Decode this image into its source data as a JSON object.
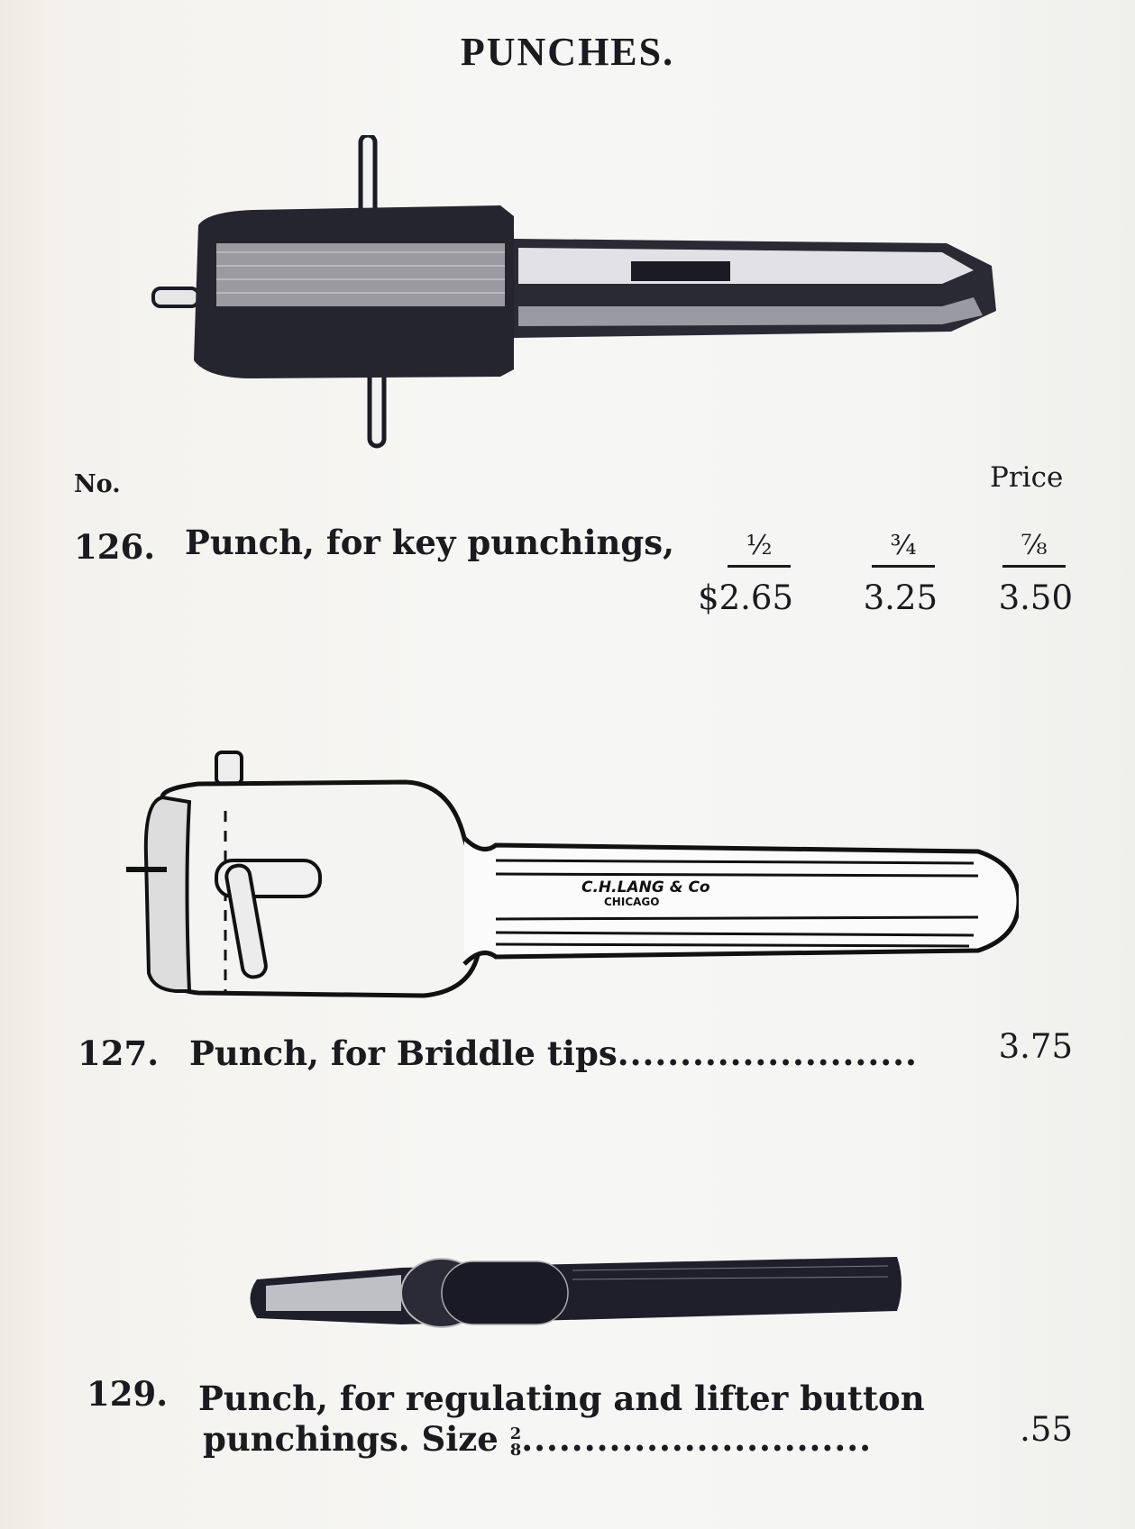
{
  "page": {
    "title": "PUNCHES.",
    "column_headers": {
      "number": "No.",
      "price": "Price"
    }
  },
  "items": [
    {
      "number": "126.",
      "description": "Punch, for key punchings,",
      "illustration": "key-punch-illustration",
      "sizes": [
        {
          "size": "½",
          "price": "$2.65"
        },
        {
          "size": "¾",
          "price": "3.25"
        },
        {
          "size": "⅞",
          "price": "3.50"
        }
      ]
    },
    {
      "number": "127.",
      "description": "Punch, for Briddle tips",
      "leader": "........................",
      "price": "3.75",
      "illustration": "bridle-tip-punch-illustration",
      "engraving": {
        "line1": "C.H.LANG & Co",
        "line2": "CHICAGO"
      }
    },
    {
      "number": "129.",
      "description_line1": "Punch, for regulating and lifter button",
      "description_line2": "punchings.  Size",
      "size_num": "2",
      "size_den": "8",
      "leader": "............................",
      "price": ".55",
      "illustration": "button-punch-illustration"
    }
  ]
}
